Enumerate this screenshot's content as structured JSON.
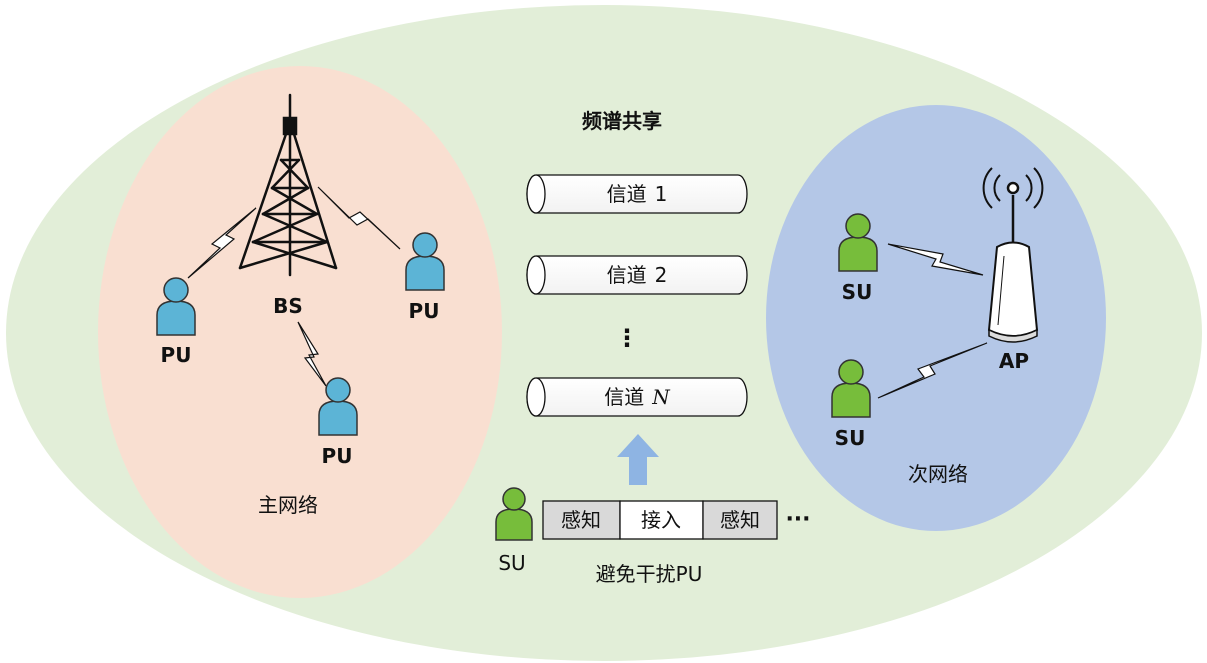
{
  "title": "频谱共享",
  "primary_network": {
    "label": "主网络",
    "base_station": {
      "label": "BS",
      "icon": "cell-tower-icon"
    },
    "users": [
      "PU",
      "PU",
      "PU"
    ]
  },
  "secondary_network": {
    "label": "次网络",
    "access_point": {
      "label": "AP",
      "icon": "wifi-router-icon"
    },
    "users": [
      "SU",
      "SU"
    ]
  },
  "channels": {
    "items": [
      {
        "prefix": "信道",
        "index": "1"
      },
      {
        "prefix": "信道",
        "index": "2"
      },
      {
        "prefix": "信道",
        "index": "N"
      }
    ],
    "ellipsis": "⋮"
  },
  "timeline": {
    "user": "SU",
    "slots": [
      "感知",
      "接入",
      "感知"
    ],
    "more": "···",
    "caption": "避免干扰PU"
  },
  "colors": {
    "outer": "#e2eed8",
    "primary": "#f9dfd1",
    "secondary": "#b4c7e7",
    "pu": "#5cb4d6",
    "su": "#77bd3b",
    "arrow": "#8eb4e3"
  }
}
